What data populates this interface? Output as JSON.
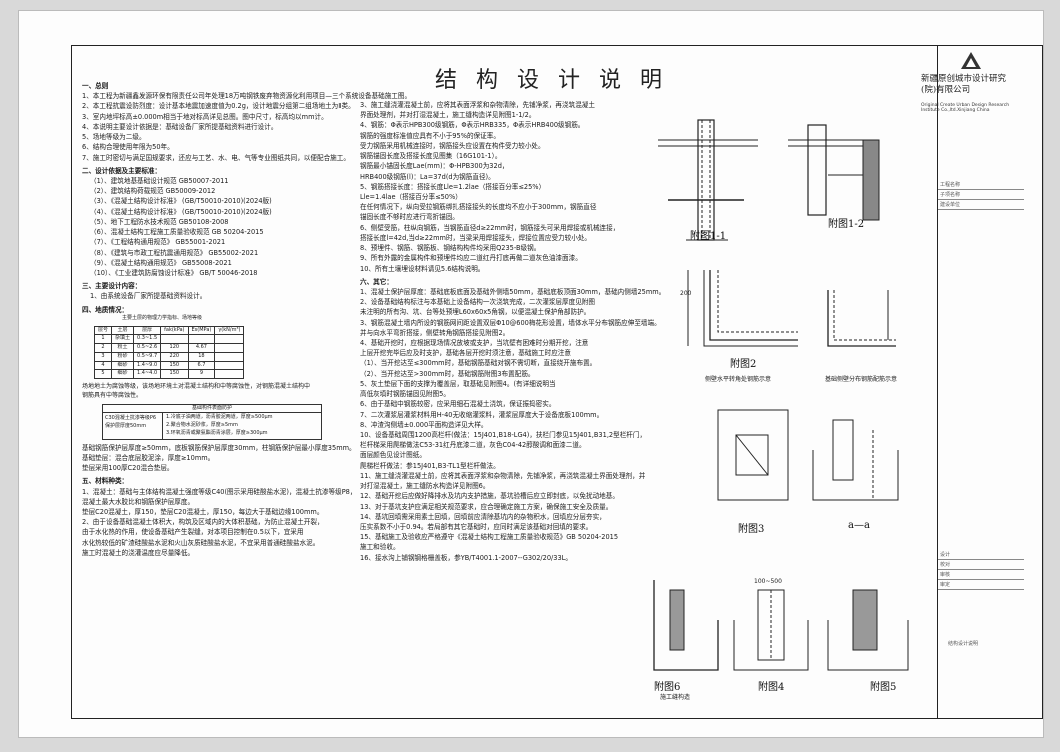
{
  "doc": {
    "title": "结 构 设 计 说 明"
  },
  "company": {
    "name": "新疆原创城市设计研究(院)有限公司",
    "en": "Original Create Urban Design Research Institute Co.,ltd.Xinjiang China"
  },
  "col1": {
    "s1_title": "一、总则",
    "s1": [
      "1、本工程为新疆鑫发源环保有限责任公司年处理18万吨钢铁废弃物资源化利用项目—三个系统设备基础施工图。",
      "2、本工程抗震设防烈度：设计基本地震加速度值为0.2g，设计地震分组第二组场地土为Ⅱ类。",
      "3、室内地坪标高±0.000m相当于地对标高详见总图。图中尺寸，标高均以mm计。",
      "4、本说明主要设计依据是：基础设备厂家所提基础资料进行设计。",
      "5、场地等级为二级。",
      "6、结构合理使用年限为50年。",
      "7、施工时密切与满足国规要求，还应与工艺、水、电、气等专业图纸共同，以便配合施工。"
    ],
    "s2_title": "二、设计依据及主要标准：",
    "s2": [
      "（1）、建筑地基基础设计规范      GB50007-2011",
      "（2）、建筑结构荷载规范          GB50009-2012",
      "（3）、《混凝土结构设计标准》    (GB/T50010-2010)(2024版)",
      "（4）、《混凝土结构设计标准》    (GB/T50010-2010)(2024版)",
      "（5）、地下工程防水技术规范      GB50108-2008",
      "（6）、混凝土结构工程施工质量验收规范   GB 50204-2015",
      "（7）、《工程结构通用规范》      GB55001-2021",
      "（8）、《建筑与市政工程抗震通用规范》   GB55002-2021",
      "（9）、《混凝土结构通用规范》    GB55008-2021",
      "（10）、《工业建筑防腐蚀设计标准》   GB/T 50046-2018"
    ],
    "s3_title": "三、主要设计内容：",
    "s3": [
      "1、由系统设备厂家所提基础资料设计。"
    ],
    "s4_title": "四、地质情况：",
    "table_caption": "主要土层的物理力学指标、场地等级",
    "table_head": [
      "层号",
      "土层",
      "层厚",
      "fak(kPa)",
      "Es(MPa)",
      "γ(kN/m³)"
    ],
    "table_rows": [
      [
        "1",
        "杂填土",
        "0.3~1.5",
        "",
        "",
        ""
      ],
      [
        "2",
        "粉土",
        "0.5~2.6",
        "120",
        "4.67",
        ""
      ],
      [
        "3",
        "粉砂",
        "0.5~9.7",
        "220",
        "18",
        ""
      ],
      [
        "4",
        "细砂",
        "1.4~9.0",
        "150",
        "6.7",
        ""
      ],
      [
        "5",
        "细砂",
        "1.4~4.0",
        "150",
        "9",
        ""
      ]
    ],
    "corrosion": "场地地土为腐蚀等级，该场地环境土对混凝土结构和中等腐蚀性，对钢筋混凝土结构中钢筋具有中等腐蚀性。",
    "box_head": "基础构件表面防护",
    "box_left": "C30混凝土抗渗等级P6保护层厚度50mm",
    "box_right": [
      "1.冷底子油两道，沥青胶泥两道，厚度≥500μm",
      "2.聚合物水泥砂浆，厚度≥5mm",
      "3.环氧沥青或聚氨酯沥青涂层，厚度≥300μm"
    ],
    "after_box": [
      "基础钢筋保护层厚度≥50mm，底板钢筋保护层厚度30mm，柱钢筋保护层最小厚度35mm。",
      "基础垫层：混合底层胶泥涂，厚度≥10mm。",
      "垫层采用100厚C20混合垫层。"
    ],
    "s5_title": "五、材料种类：",
    "s5": [
      "1、混凝土：基础与主体结构混凝土强度等级C40(图示采用硅酸盐水泥)，混凝土抗渗等级P8，",
      "   混凝土最大水胶比和钢筋保护层厚度。",
      "   垫层C20混凝土，厚150，垫层C20混凝土，厚150，每边大于基础边缘100mm。",
      "2、由于设备基础混凝土体积大，构筑及区域内的大体积基础，为防止混凝土开裂，",
      "   由于水化热的作用，使设备基础产生裂缝，对本项目控制在0.5以下，宜采用",
      "   水化热较低的矿渣硅酸盐水泥和火山灰质硅酸盐水泥，不宜采用普通硅酸盐水泥。",
      "   施工时混凝土的浇灌温度应尽量降低。"
    ]
  },
  "col2": {
    "lines": [
      "3、施工缝浇灌混凝土前，应将其表面浮浆和杂物清除，先铺净浆，再浇筑混凝土",
      "   界面处理剂，并对打湿混凝土，施工缝构造详见附图1-1/2。",
      "4、钢筋：Φ表示HPB300级钢筋，Φ表示HRB335，Φ表示HRB400级钢筋。",
      "   钢筋的强度标准值应具有不小于95%的保证率。",
      "   受力钢筋采用机械连接时，钢筋接头应设置在构件受力较小处。",
      "   钢筋锚固长度及搭接长度见图集（16G101-1）。",
      "   钢筋最小锚固长度Lae(mm)：Φ-HPB300为32d，",
      "   HRB400级钢筋(l)：La=37d(d为钢筋直径)。",
      "5、钢筋搭接长度：搭接长度Lle=1.2lae（搭接百分率≤25%）",
      "                       Lle=1.4lae（搭接百分率≤50%）",
      "   在任何情况下，纵向受拉钢筋绑扎搭接接头的长度均不应小于300mm，钢筋直径",
      "   锚固长度不够时应进行弯折锚固。",
      "6、侧壁受筋，柱纵向钢筋，当钢筋直径d≥22mm时，钢筋接头可采用焊接或机械连接，",
      "   搭接长度l=42d,当d≥22mm时，当梁采用焊接接头，焊接位置应受力较小处。",
      "8、预埋件、钢筋、钢筋板、钢结构构件均采用Q235-B级钢。",
      "9、所有外露的金属构件和预埋件均应二道红丹打底再做二道灰色油漆面漆。",
      "10、所有土壤埋设材料请见5.6结构说明。"
    ],
    "s6_title": "六、其它：",
    "s6": [
      "1、混凝土保护层厚度：基础底板底面及基础外侧墙50mm，基础底板顶面30mm，基础内侧墙25mm。",
      "2、设备基础结构标注与本基础上设备结构一次浇筑完成，二次灌浆层厚度见附图",
      "   未注明的所有沟、坑、台等处预埋L60x60x5角钢，以便混凝土保护角部防护。",
      "3、钢筋混凝土墙内所设的钢筋网间距设置双层Φ10@600梅花形设置，墙体水平分布钢筋应伸至墙端。",
      "   并与向水平弯折搭接，侧壁转角钢筋搭接见附图2。",
      "4、基础开挖时，应根据现场情况放坡或支护，当坑壁有困难时分期开挖，注意",
      "   上层开挖完毕后应及时支护，基础各层开挖时须注意，基础施工时应注意",
      "（1）、当开挖达至≤300mm时，基础钢筋基础对钢不需切断，直接绕开施布置。",
      "（2）、当开挖达至>300mm时，基础钢筋附图3布置配筋。",
      "5、灰土垫层下面的支撑为覆盖层，取基础见附图4。(有详细说明当",
      "   高低灰填时钢筋锚固见附图5。",
      "6、由于基础中钢筋较密，应采用细石混凝土浇筑，保证振捣密实。",
      "7、二次灌浆层灌浆材料用H-40无收缩灌浆料，灌浆层厚度大于设备底板100mm。",
      "8、冲渣沟侧墙±0.000平面构造详见大样。",
      "10、设备基础周围1200高栏杆(做法：15J401,B18-LG4)，扶栏门参见15J401,B31,2型栏杆门，",
      "   栏杆梯采用爬梯做法C53-31红丹底漆二道，灰色C04-42醇酸调和面漆二道。",
      "   面层颜色见设计图纸。",
      "   爬梯栏杆做法：参15J401,B3-TL1型栏杆做法。",
      "11、施工缝浇灌混凝土前，应将其表面浮浆和杂物清除，先铺净浆，再浇筑混凝土界面处理剂，并",
      "   对打湿混凝土，施工缝防水构造详见附图6。",
      "12、基础开挖后应做好降排水及坑内支护措施，基坑验槽后应立即封底，以免扰动地基。",
      "13、对于基坑支护应满足相关规范要求，应合理确定施工方案，确保施工安全及质量。",
      "14、基坑回填需采用素土回填，回填前应清除基坑内的杂物积水，回填应分层夯实，",
      "   压实系数不小于0.94。若局部有其它基础时，应同时满足该基础对回填的要求。",
      "15、基础施工及验收应严格遵守《混凝土结构工程施工质量验收规范》GB 50204-2015",
      "   施工和验收。",
      "16、接水沟上铺钢钢格栅盖板，参YB/T4001.1-2007--G302/20/33L。"
    ]
  },
  "figures": {
    "f11": "附图1-1",
    "f12": "附图1-2",
    "f2": "附图2",
    "f2a": "侧壁水平转角处钢筋示意",
    "f2b": "基础侧壁分布钢筋配筋示意",
    "f3": "附图3",
    "f3a": "a—a",
    "f4": "附图4",
    "f5": "附图5",
    "f6": "附图6",
    "f6a": "施工缝构造",
    "dim_100_500": "100~500",
    "dim_200": "200"
  },
  "title_block": {
    "rows": [
      "工程名称",
      "子项名称",
      "建设单位",
      "设计",
      "校对",
      "审核",
      "审定"
    ],
    "stamp": "结构设计说明"
  }
}
